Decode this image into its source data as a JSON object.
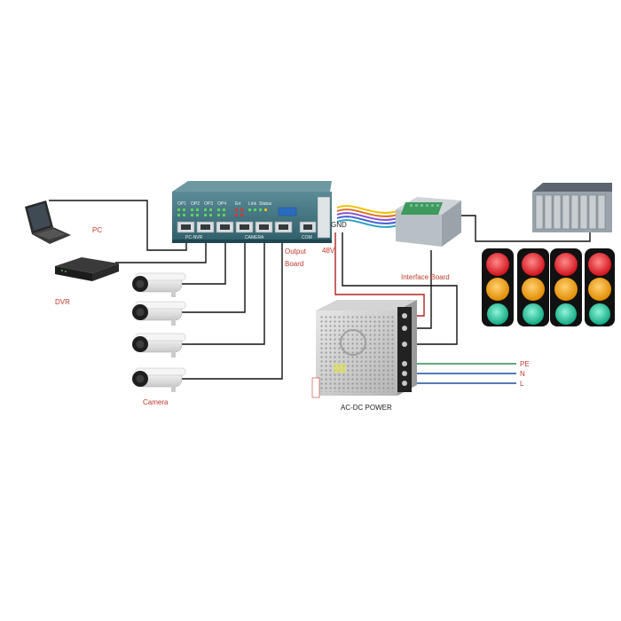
{
  "labels": {
    "pc": "PC",
    "dvr": "DVR",
    "camera": "Camera",
    "output_board_line1": "Output",
    "output_board_line2": "Board",
    "gnd": "GND",
    "v48": "48V",
    "interface_board": "Interface Board",
    "ac_dc_power": "AC-DC POWER",
    "pe": "PE",
    "n": "N",
    "l": "L"
  },
  "switch_panel": {
    "port_groups": [
      "OP1",
      "OP2",
      "OP3",
      "OP4",
      "Err",
      "Link",
      "Status"
    ],
    "port_labels": [
      "PC-NVR",
      "CAMERA",
      "COM"
    ]
  },
  "colors": {
    "wire": "#111111",
    "wire_red": "#b22222",
    "wire_green": "#2e8b57",
    "wire_blue": "#1f4fa0",
    "label_red": "#c0392b",
    "switch_body": "#2f5f6a",
    "light_red": "#e8202a",
    "light_amber": "#f0a000",
    "light_green": "#1fc79a"
  }
}
